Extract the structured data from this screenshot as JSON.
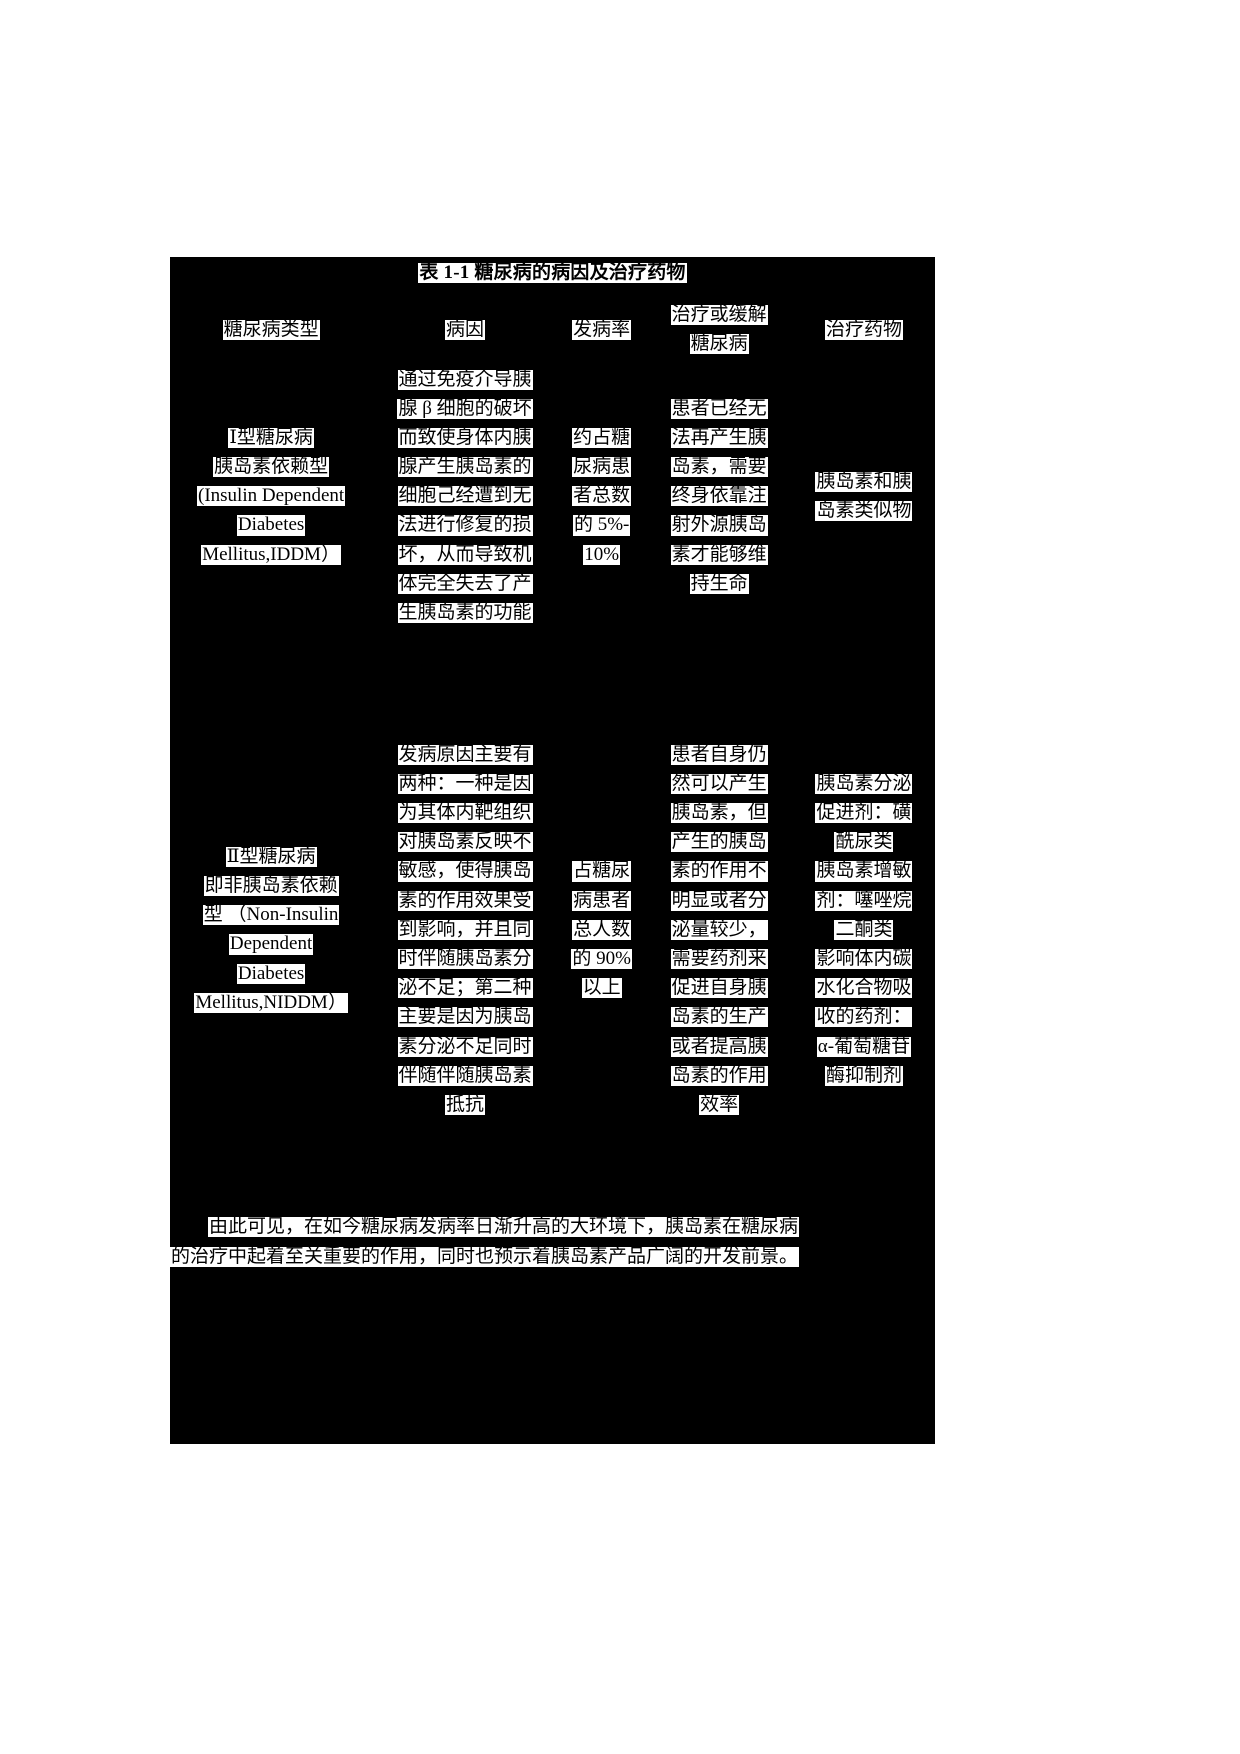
{
  "document": {
    "title": "表 1-1 糖尿病的病因及治疗药物"
  },
  "table": {
    "headers": {
      "type": "糖尿病类型",
      "cause": "病因",
      "incidence": "发病率",
      "treatment_relief": [
        "治疗或缓解",
        "糖尿病"
      ],
      "drugs": "治疗药物"
    },
    "rows": [
      {
        "type_lines": [
          "Ⅰ型糖尿病",
          "胰岛素依赖型",
          "(Insulin Dependent",
          "Diabetes",
          "Mellitus,IDDM）"
        ],
        "cause_lines": [
          "通过免疫介导胰",
          "腺 β 细胞的破坏",
          "而致使身体内胰",
          "腺产生胰岛素的",
          "细胞己经遭到无",
          "法进行修复的损",
          "坏，从而导致机",
          "体完全失去了产",
          "生胰岛素的功能"
        ],
        "incidence_lines": [
          "约占糖",
          "尿病患",
          "者总数",
          "的 5%-",
          "10%"
        ],
        "treatment_lines": [
          "患者已经无",
          "法再产生胰",
          "岛素，需要",
          "终身依靠注",
          "射外源胰岛",
          "素才能够维",
          "持生命"
        ],
        "drug_lines": [
          "胰岛素和胰",
          "岛素类似物"
        ]
      },
      {
        "type_lines": [
          "Ⅱ型糖尿病",
          "即非胰岛素依赖",
          "型 （Non-Insulin",
          "Dependent",
          "Diabetes",
          "Mellitus,NIDDM）"
        ],
        "cause_lines": [
          "发病原因主要有",
          "两种：一种是因",
          "为其体内靶组织",
          "对胰岛素反映不",
          "敏感，使得胰岛",
          "素的作用效果受",
          "到影响，并且同",
          "时伴随胰岛素分",
          "泌不足；第二种",
          "主要是因为胰岛",
          "素分泌不足同时",
          "伴随伴随胰岛素",
          "抵抗"
        ],
        "incidence_lines": [
          "占糖尿",
          "病患者",
          "总人数",
          "的 90%",
          "以上"
        ],
        "treatment_lines": [
          "患者自身仍",
          "然可以产生",
          "胰岛素，但",
          "产生的胰岛",
          "素的作用不",
          "明显或者分",
          "泌量较少，",
          "需要药剂来",
          "促进自身胰",
          "岛素的生产",
          "或者提高胰",
          "岛素的作用",
          "效率"
        ],
        "drug_lines": [
          "胰岛素分泌",
          "促进剂：磺",
          "酰尿类",
          "胰岛素增敏",
          "剂：噻唑烷",
          "二酮类",
          "影响体内碳",
          "水化合物吸",
          "收的药剂：",
          "α-葡萄糖苷",
          "酶抑制剂"
        ]
      }
    ]
  },
  "footer_paragraph": {
    "lines": [
      "由此可见，在如今糖尿病发病率日渐升高的大环境下，胰岛素在糖尿病",
      "的治疗中起着至关重要的作用，同时也预示着胰岛素产品广阔的开发前景。"
    ]
  },
  "colors": {
    "page_background": "#ffffff",
    "scan_background": "#000000",
    "text_highlight": "#ffffff",
    "text": "#000000"
  }
}
